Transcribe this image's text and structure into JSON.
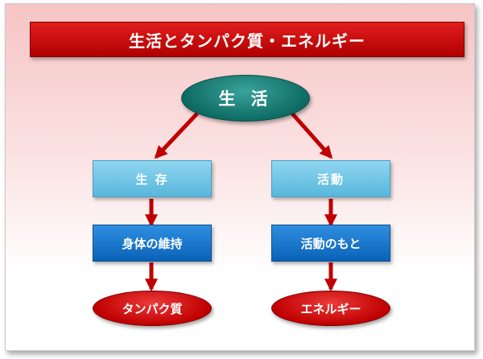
{
  "title": "生活とタンパク質・エネルギー",
  "root": {
    "label": "生 活"
  },
  "branches": {
    "left": {
      "level1": "生 存",
      "level2": "身体の維持",
      "level3": "タンパク質"
    },
    "right": {
      "level1": "活動",
      "level2": "活動のもと",
      "level3": "エネルギー"
    }
  },
  "colors": {
    "title_red": "#c00000",
    "root_teal": "#0e6b64",
    "level1_light_blue": "#7ccbea",
    "level2_blue": "#0f6fc6",
    "level3_red": "#c00000",
    "arrow_red": "#c00000"
  }
}
